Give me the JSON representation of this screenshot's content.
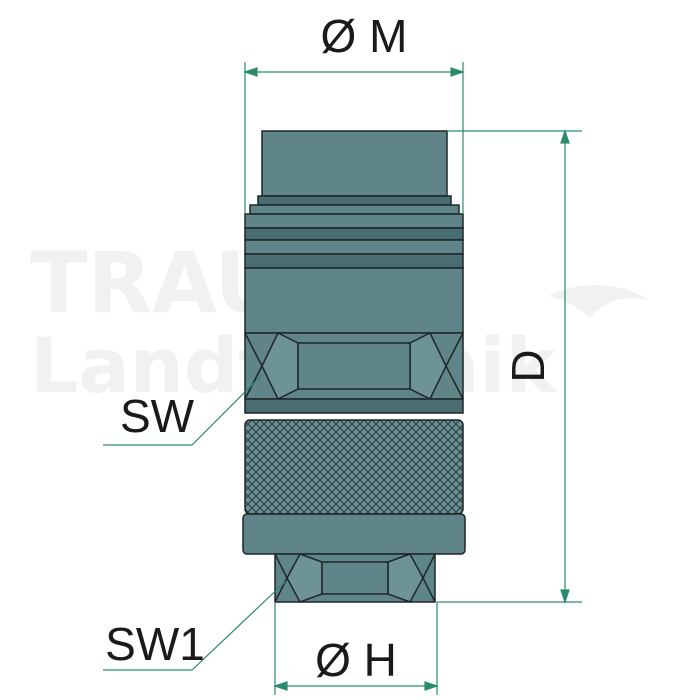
{
  "labels": {
    "diameter_m": "Ø M",
    "diameter_h": "Ø H",
    "length_d": "D",
    "sw": "SW",
    "sw1": "SW1"
  },
  "watermark": {
    "line1": "TRAURIG",
    "line2": "Landtechnik"
  },
  "colors": {
    "body": "#5f8589",
    "body_dark": "#4a6d71",
    "body_light": "#7ea0a3",
    "outline": "#1c2628",
    "dimension": "#2a8a6e",
    "watermark": "#f1f1f1"
  }
}
